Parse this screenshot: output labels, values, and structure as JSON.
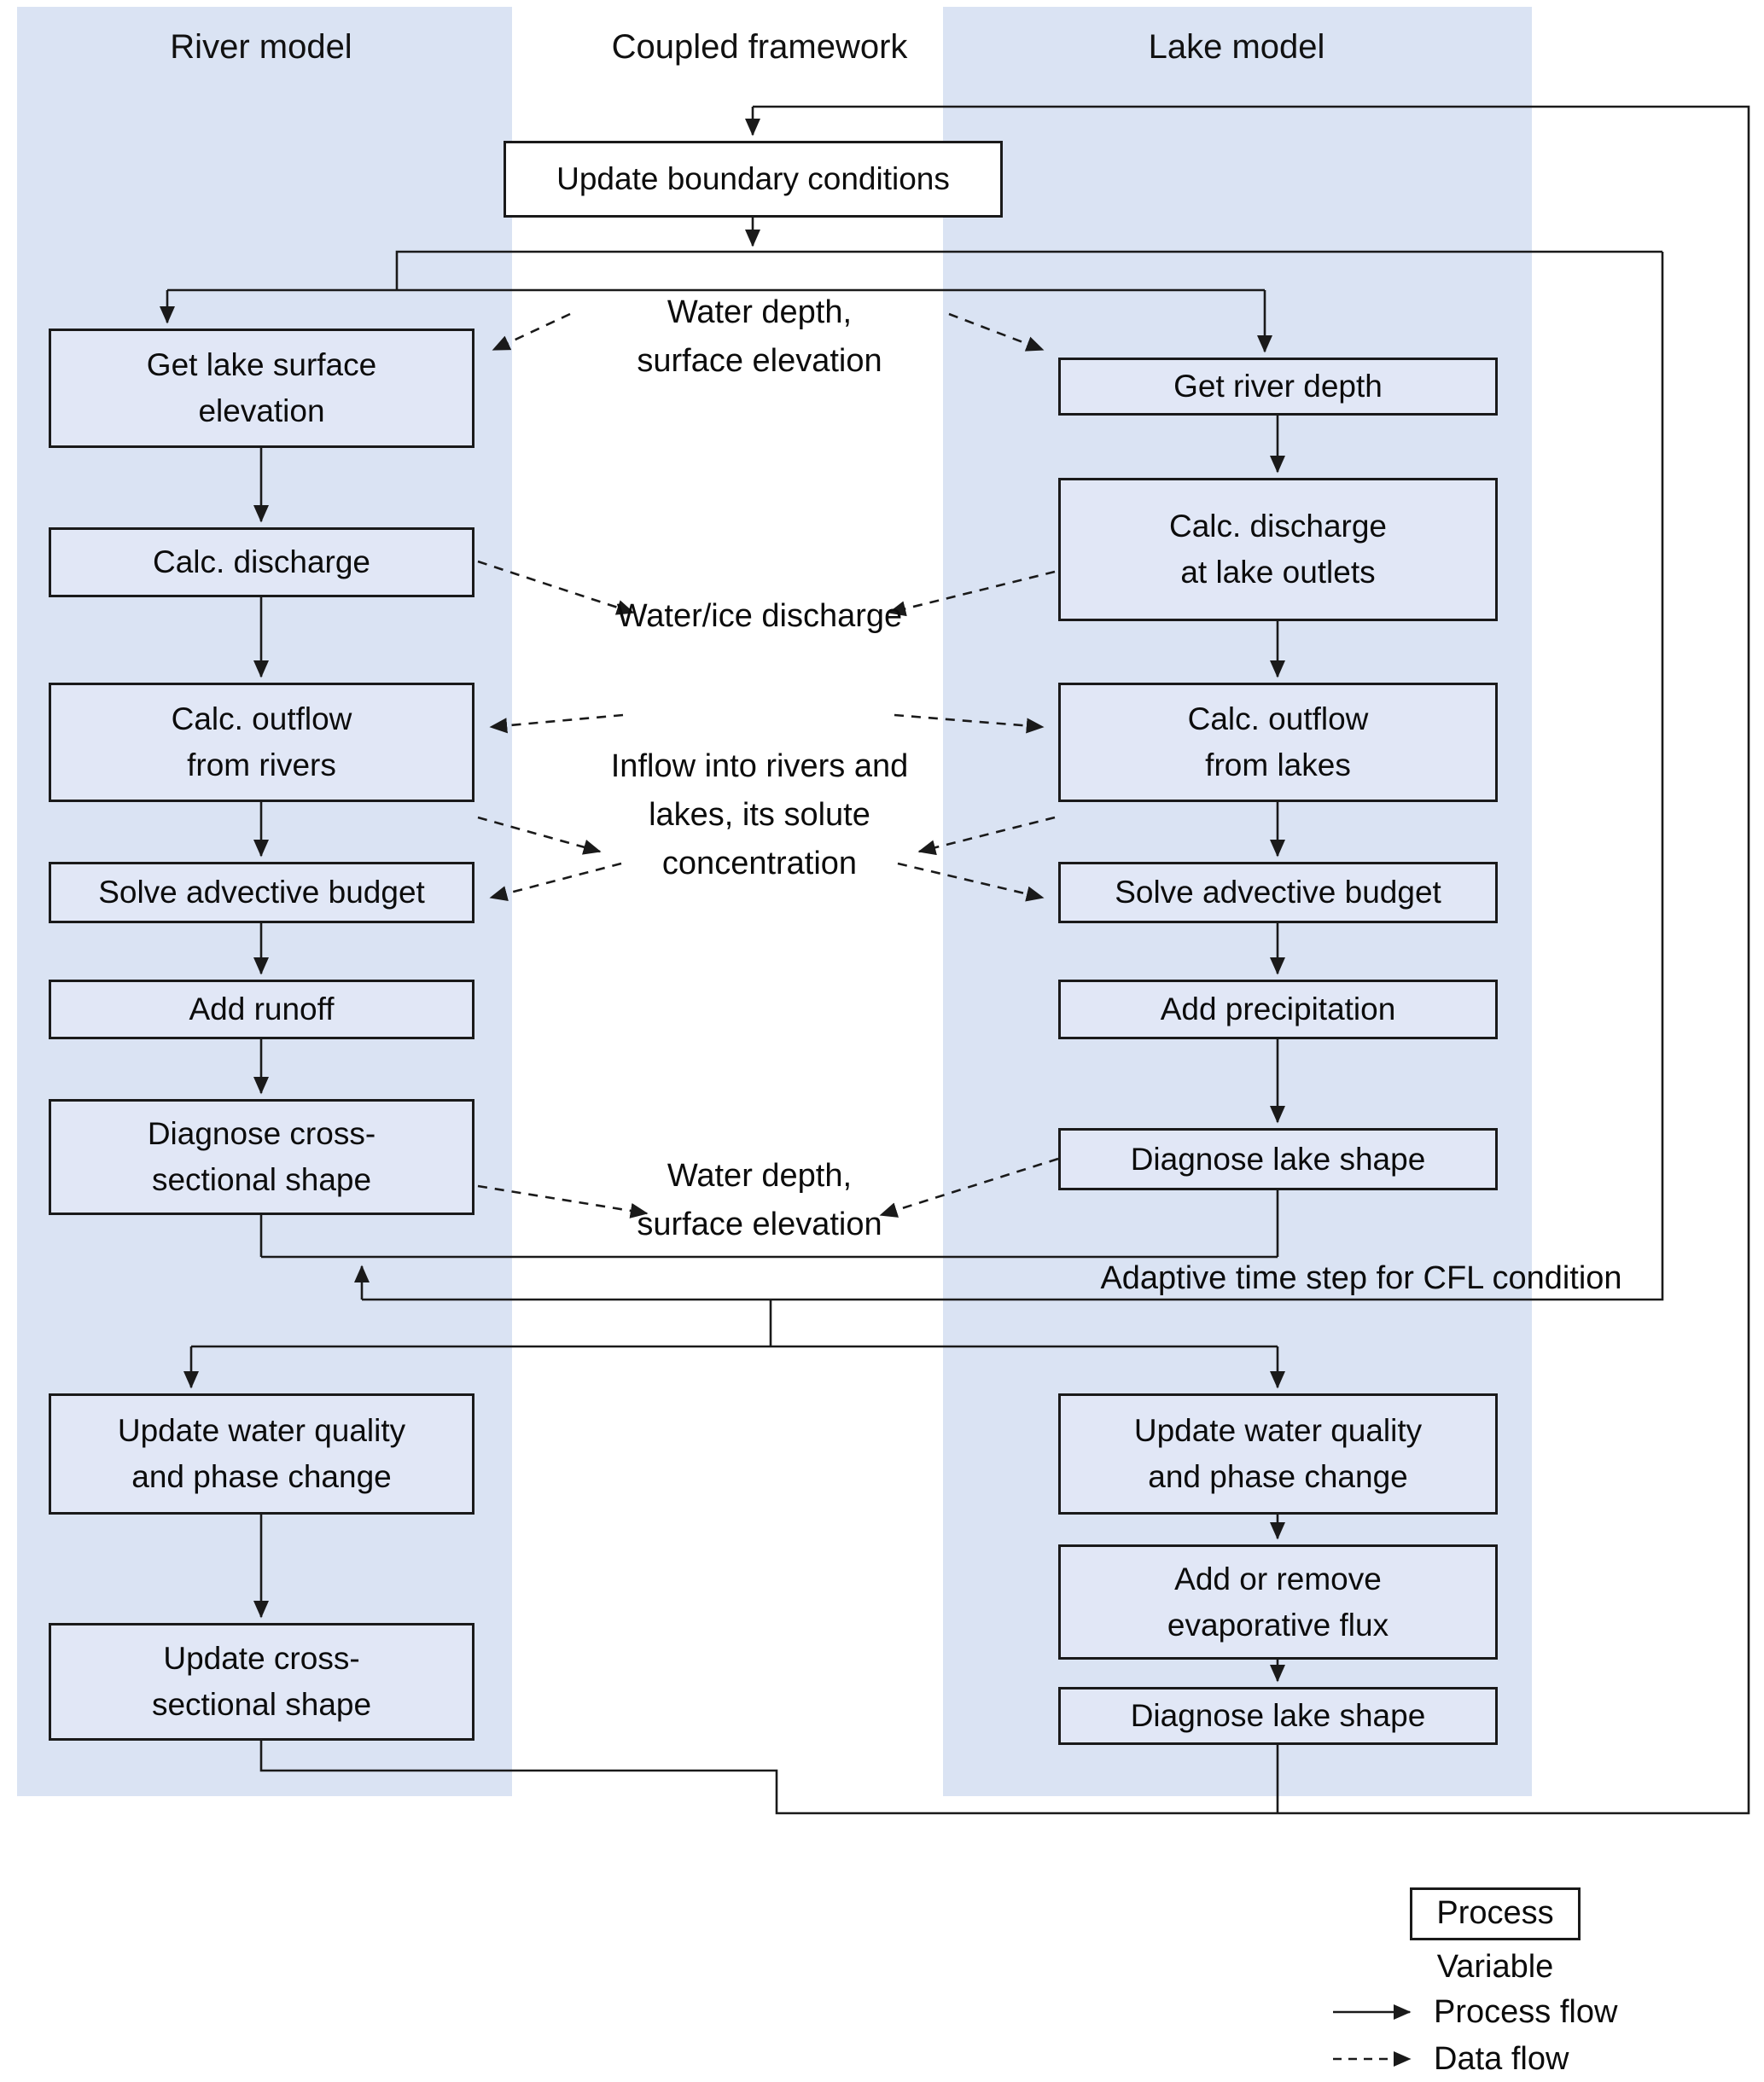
{
  "headers": {
    "river": "River model",
    "coupled": "Coupled framework",
    "lake": "Lake model"
  },
  "coupled": {
    "update_boundary": "Update boundary conditions",
    "labels": {
      "water_depth_top": "Water depth,\nsurface elevation",
      "water_ice": "Water/ice discharge",
      "inflow": "Inflow into rivers and\nlakes, its solute\nconcentration",
      "water_depth_bottom": "Water depth,\nsurface elevation",
      "cfl": "Adaptive time step for CFL condition"
    }
  },
  "river": {
    "boxes": [
      {
        "label": "Get lake surface\nelevation"
      },
      {
        "label": "Calc. discharge"
      },
      {
        "label": "Calc. outflow\nfrom rivers"
      },
      {
        "label": "Solve advective budget"
      },
      {
        "label": "Add runoff"
      },
      {
        "label": "Diagnose cross-\nsectional shape"
      },
      {
        "label": "Update water quality\nand phase change"
      },
      {
        "label": "Update cross-\nsectional shape"
      }
    ]
  },
  "lake": {
    "boxes": [
      {
        "label": "Get river depth"
      },
      {
        "label": "Calc. discharge\nat lake outlets"
      },
      {
        "label": "Calc. outflow\nfrom lakes"
      },
      {
        "label": "Solve advective budget"
      },
      {
        "label": "Add precipitation"
      },
      {
        "label": "Diagnose lake shape"
      },
      {
        "label": "Update water quality\nand phase change"
      },
      {
        "label": "Add or remove\nevaporative flux"
      },
      {
        "label": "Diagnose lake shape"
      }
    ]
  },
  "legend": {
    "process": "Process",
    "variable": "Variable",
    "process_flow": "Process flow",
    "data_flow": "Data flow"
  }
}
